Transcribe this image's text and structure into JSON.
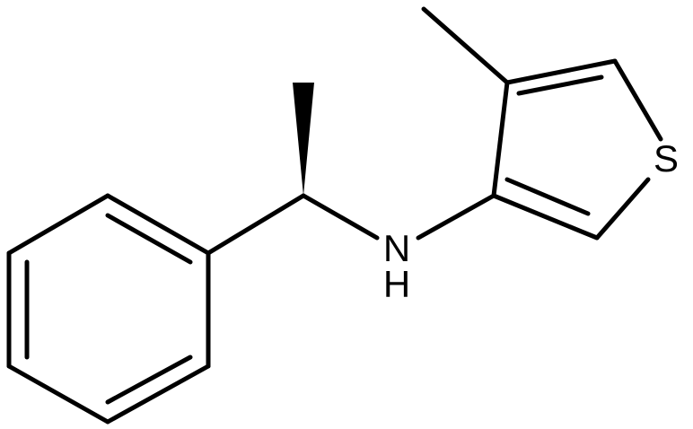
{
  "molecule": {
    "atoms": {
      "sulfur": "S",
      "nitrogen": "N",
      "amine_hydrogen": "H"
    },
    "colors": {
      "bond": "#000000",
      "label": "#000000",
      "background": "#ffffff"
    }
  }
}
